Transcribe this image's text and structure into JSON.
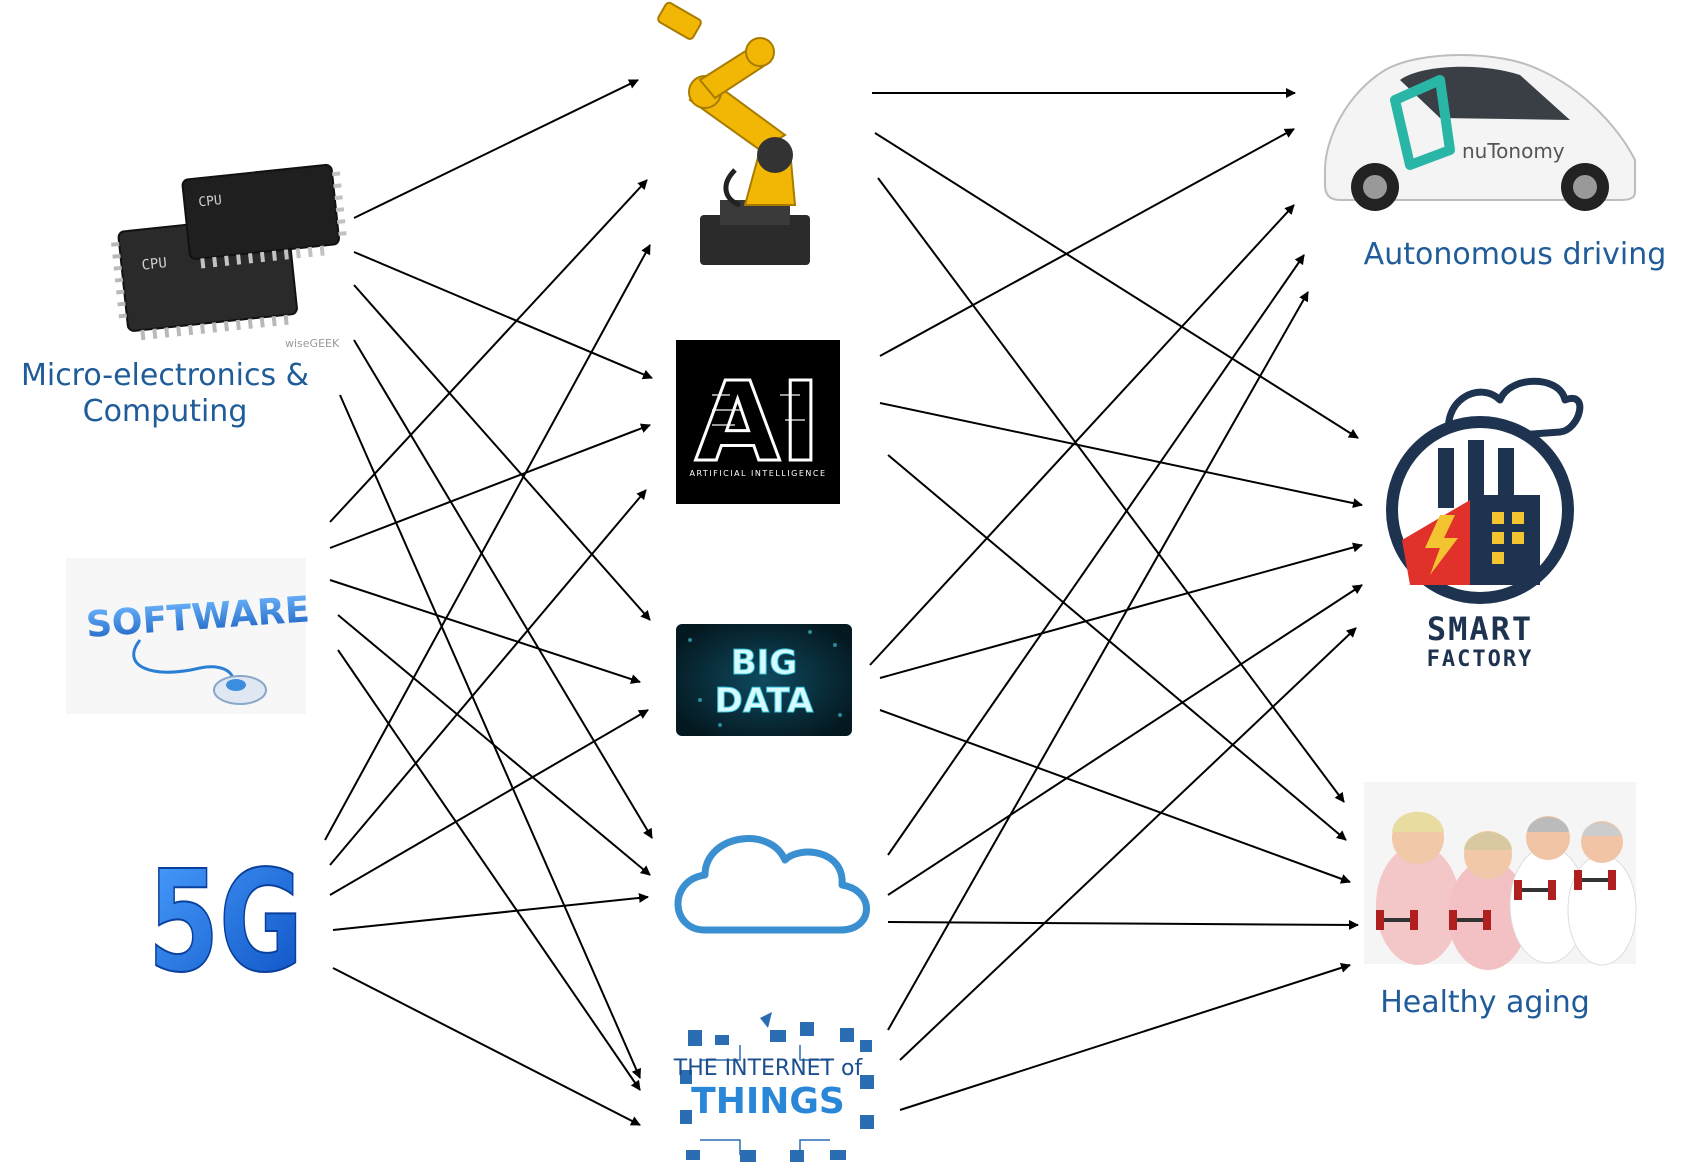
{
  "captions": {
    "micro_line1": "Micro-electronics &",
    "micro_line2": "Computing",
    "autonomous": "Autonomous driving",
    "healthy": "Healthy aging"
  },
  "image_text": {
    "software": "SOFTWARE",
    "fiveg": "5G",
    "ai_big": "AI",
    "ai_sub": "ARTIFICIAL INTELLIGENCE",
    "bigdata_1": "BIG",
    "bigdata_2": "DATA",
    "iot_1": "THE INTERNET of",
    "iot_2": "THINGS",
    "smart_1": "SMART",
    "smart_2": "FACTORY",
    "nutonomy": "nuTonomy",
    "wisegeek": "wiseGEEK",
    "cpu": "CPU"
  },
  "colors": {
    "caption": "#1f5c99",
    "arrow": "#000000",
    "robot": "#f2b705",
    "cloud": "#3a8fd0",
    "software_blue": "#2a7fd4",
    "fiveg_blue": "#1d6fe0",
    "factory_navy": "#1e3350",
    "factory_red": "#e0322a",
    "factory_yellow": "#f4c430",
    "nutonomy_teal": "#2ab6a6"
  },
  "nodes": {
    "inputs": [
      "micro",
      "software",
      "fiveg"
    ],
    "technologies": [
      "robot",
      "ai",
      "bigdata",
      "cloud",
      "iot"
    ],
    "applications": [
      "autonomous",
      "factory",
      "healthy"
    ]
  }
}
